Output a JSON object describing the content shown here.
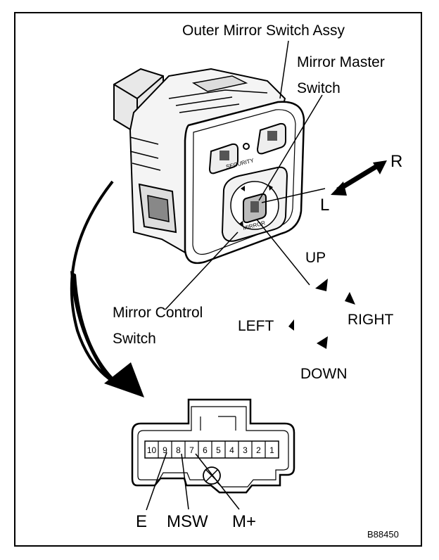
{
  "labels": {
    "outer_mirror_switch_assy": "Outer Mirror Switch Assy",
    "mirror_master_switch_line1": "Mirror Master",
    "mirror_master_switch_line2": "Switch",
    "mirror_control_switch_line1": "Mirror Control",
    "mirror_control_switch_line2": "Switch",
    "dir_r": "R",
    "dir_l": "L",
    "dir_up": "UP",
    "dir_down": "DOWN",
    "dir_left": "LEFT",
    "dir_right": "RIGHT",
    "security": "SECURITY",
    "mirror": "MIRROR",
    "pin_e": "E",
    "pin_msw": "MSW",
    "pin_mplus": "M+",
    "figure_code": "B88450"
  },
  "connector_pins": [
    "10",
    "9",
    "8",
    "7",
    "6",
    "5",
    "4",
    "3",
    "2",
    "1"
  ]
}
